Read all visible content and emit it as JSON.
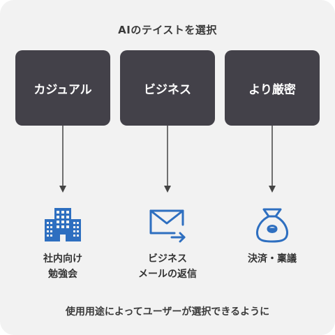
{
  "title": "AIのテイストを選択",
  "colors": {
    "background": "#f2f2f2",
    "box": "#434149",
    "connector": "#444444",
    "icon_accent": "#2e6fc0"
  },
  "options": [
    {
      "label": "カジュアル",
      "icon": "office-building-icon",
      "caption": [
        "社内向け",
        "勉強会"
      ]
    },
    {
      "label": "ビジネス",
      "icon": "mail-forward-icon",
      "caption": [
        "ビジネス",
        "メールの返信"
      ]
    },
    {
      "label": "より厳密",
      "icon": "money-bag-icon",
      "caption": [
        "決済・稟議"
      ]
    }
  ],
  "footer": "使用用途によってユーザーが選択できるように"
}
